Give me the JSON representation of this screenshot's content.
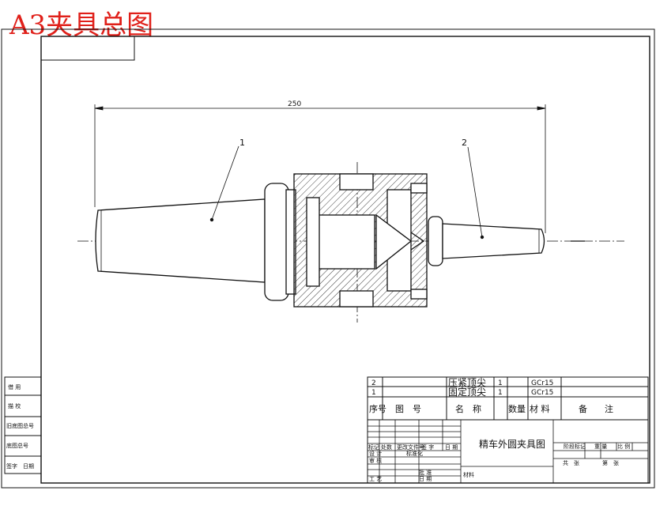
{
  "sheet_title": "A3夹具总图",
  "dimension": {
    "overall_length": "250"
  },
  "part_callouts": [
    "1",
    "2"
  ],
  "bom": {
    "rows": [
      {
        "seq": "2",
        "name": "压紧顶尖",
        "qty": "1",
        "material": "GCr15"
      },
      {
        "seq": "1",
        "name": "固定顶尖",
        "qty": "1",
        "material": "GCr15"
      }
    ],
    "header": {
      "seq": "序号",
      "drawing_no": "图　号",
      "name": "名　称",
      "qty": "数量",
      "material": "材 料",
      "remark": "备　　注"
    }
  },
  "title_block": {
    "drawing_title": "精车外圆夹具图",
    "labels": {
      "mark": "标记",
      "count": "处数",
      "change_file": "更改文件号",
      "signature": "签 字",
      "date": "日 期",
      "design": "设 计",
      "check": "审 核",
      "standardize": "标准化",
      "process": "工 艺",
      "approve": "批 准",
      "date2": "日 期",
      "stage_mark": "阶段标记",
      "weight": "重 量",
      "scale": "比 例",
      "sheet_total": "共　张",
      "sheet_no": "第　张",
      "material_note": "材料"
    }
  },
  "side_column": [
    "借 用",
    "描 校",
    "旧底图总号",
    "底图总号",
    "签字　日期"
  ],
  "colors": {
    "title_red": "#e0201a",
    "line": "#111111",
    "hatch": "#111111"
  }
}
